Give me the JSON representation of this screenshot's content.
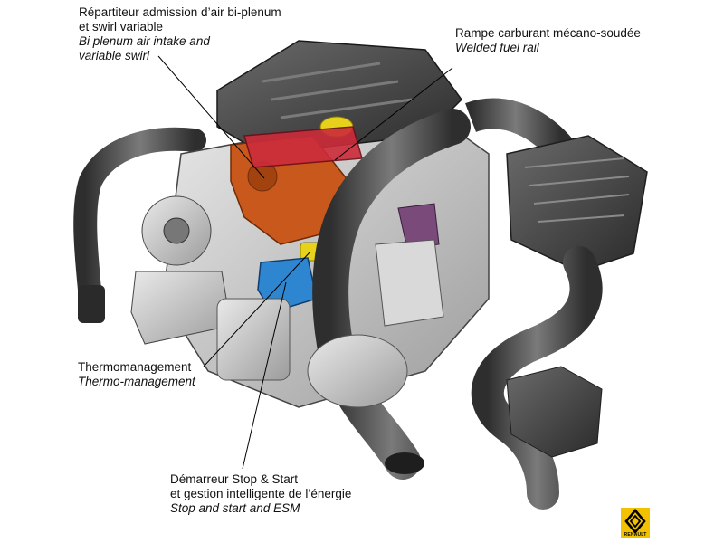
{
  "labels": {
    "intake": {
      "fr_line1": "Répartiteur admission d’air bi-plenum",
      "fr_line2": "et swirl variable",
      "en_line1": "Bi plenum air intake and",
      "en_line2": "variable swirl"
    },
    "fuel_rail": {
      "fr": "Rampe carburant mécano-soudée",
      "en": "Welded fuel rail"
    },
    "thermo": {
      "fr": "Thermomanagement",
      "en": "Thermo-management"
    },
    "starter": {
      "fr_line1": "Démarreur Stop & Start",
      "fr_line2": "et gestion intelligente de l’énergie",
      "en": "Stop and start and ESM"
    }
  },
  "logo": {
    "brand": "RENAULT",
    "color": "#f2c200"
  },
  "colors": {
    "intake_manifold": "#c8581c",
    "fuel_rail": "#cc2b3a",
    "thermo_module": "#2f86d0",
    "sensor": "#e8d11a",
    "engine_body": "#5a5a5a",
    "engine_dark": "#2f2f2f",
    "pipe": "#4a4a4a"
  }
}
